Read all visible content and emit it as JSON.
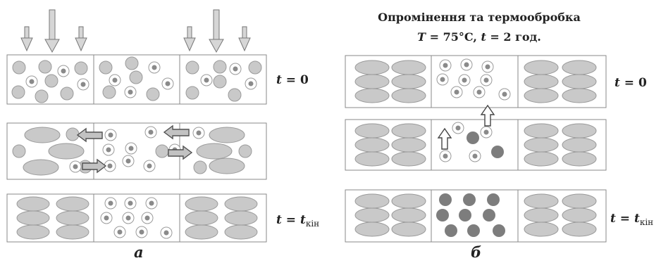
{
  "panel_a": {
    "letter": "а",
    "row_labels": {
      "top": {
        "var": "t",
        "eq": " = 0"
      },
      "bottom": {
        "var": "t",
        "eq": " = ",
        "var2": "t",
        "sub": "кін"
      }
    }
  },
  "panel_b": {
    "letter": "б",
    "title_line1": "Опромінення та термообробка",
    "title_line2": {
      "T": "T",
      "T_eq": " = 75°C, ",
      "t": "t",
      "t_eq": " = 2 год."
    },
    "row_labels": {
      "top": {
        "var": "t",
        "eq": " = 0"
      },
      "bottom": {
        "var": "t",
        "eq": " = ",
        "var2": "t",
        "sub": "кін"
      }
    }
  },
  "colors": {
    "border": "#8a8a8a",
    "particle_fill": "#c9c9c9",
    "particle_stroke": "#9a9a9a",
    "dark_particle": "#7d7d7d",
    "arrow_fill": "#d6d6d6"
  }
}
